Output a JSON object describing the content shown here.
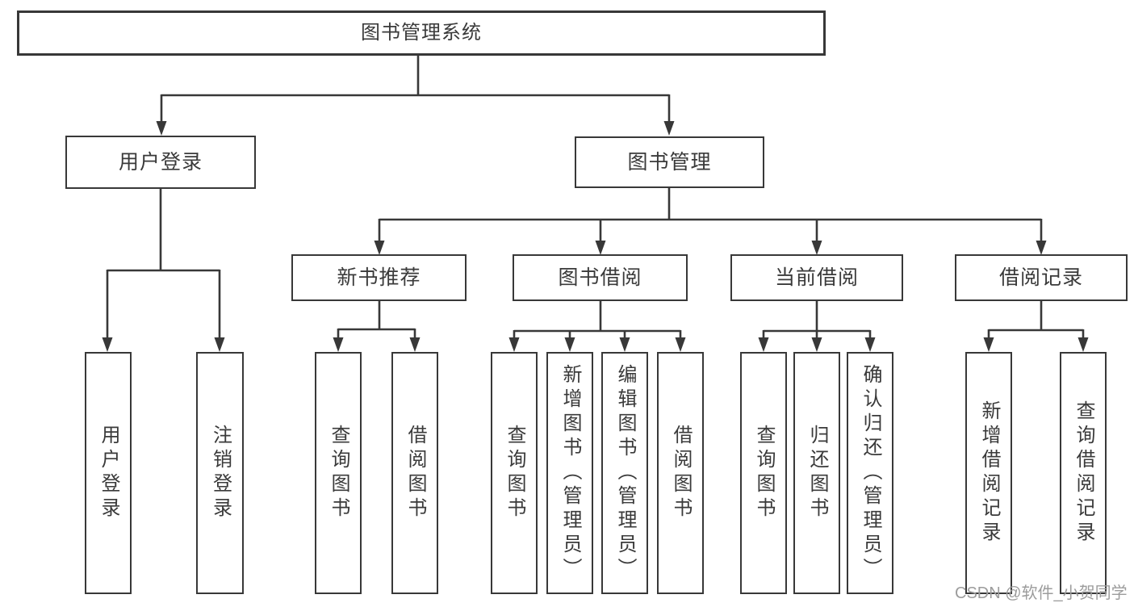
{
  "watermark": "CSDN @软件_小贺同学",
  "colors": {
    "line": "#383838",
    "box_border": "#383838",
    "text": "#3a3a3a",
    "watermark": "#9c9c9c",
    "background": "#ffffff"
  },
  "tree": {
    "root": {
      "label": "图书管理系统"
    },
    "branches": [
      {
        "label": "用户登录",
        "children": [
          {
            "label": "用户登录"
          },
          {
            "label": "注销登录"
          }
        ]
      },
      {
        "label": "图书管理",
        "children": [
          {
            "label": "新书推荐",
            "children": [
              {
                "label": "查询图书"
              },
              {
                "label": "借阅图书"
              }
            ]
          },
          {
            "label": "图书借阅",
            "children": [
              {
                "label": "查询图书"
              },
              {
                "label": "新增图书（管理员）"
              },
              {
                "label": "编辑图书（管理员）"
              },
              {
                "label": "借阅图书"
              }
            ]
          },
          {
            "label": "当前借阅",
            "children": [
              {
                "label": "查询图书"
              },
              {
                "label": "归还图书"
              },
              {
                "label": "确认归还（管理员）"
              }
            ]
          },
          {
            "label": "借阅记录",
            "children": [
              {
                "label": "新增借阅记录"
              },
              {
                "label": "查询借阅记录"
              }
            ]
          }
        ]
      }
    ]
  }
}
